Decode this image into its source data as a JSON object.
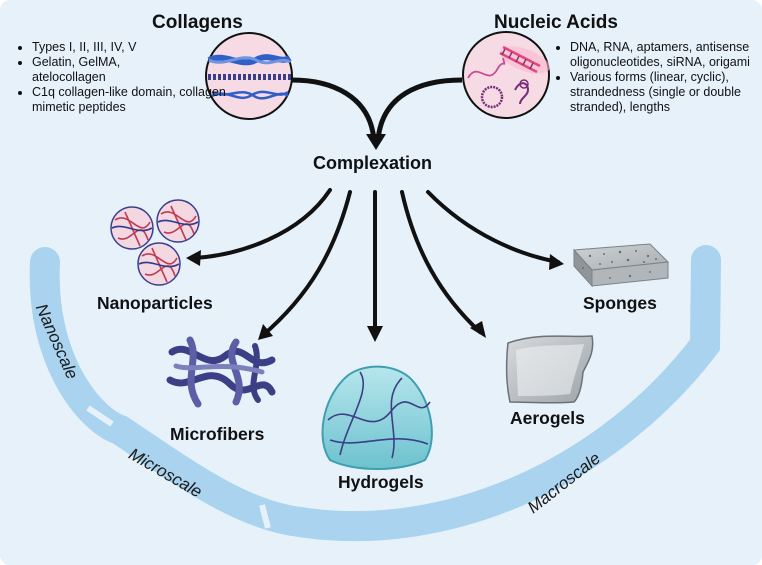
{
  "collagens": {
    "title": "Collagens",
    "bullets": [
      "Types I, II, III, IV, V",
      "Gelatin, GelMA, atelocollagen",
      "C1q collagen-like domain, collagen mimetic peptides"
    ]
  },
  "nucleic_acids": {
    "title": "Nucleic Acids",
    "bullets": [
      "DNA, RNA, aptamers, antisense oligonucleotides, siRNA, origami",
      "Various forms (linear, cyclic), strandedness (single or double stranded), lengths"
    ]
  },
  "center": {
    "label": "Complexation"
  },
  "products": {
    "nanoparticles": "Nanoparticles",
    "microfibers": "Microfibers",
    "hydrogels": "Hydrogels",
    "aerogels": "Aerogels",
    "sponges": "Sponges"
  },
  "scales": {
    "nano": "Nanoscale",
    "micro": "Microscale",
    "macro": "Macroscale"
  },
  "colors": {
    "background": "#e6f1fa",
    "arc": "#a9d3ee",
    "arrow": "#111111",
    "collagen_blue": "#2f5fc7",
    "nucleic_pink": "#e0477a",
    "hydrogel": "#8fd3dd",
    "fiber": "#3c3f86"
  }
}
